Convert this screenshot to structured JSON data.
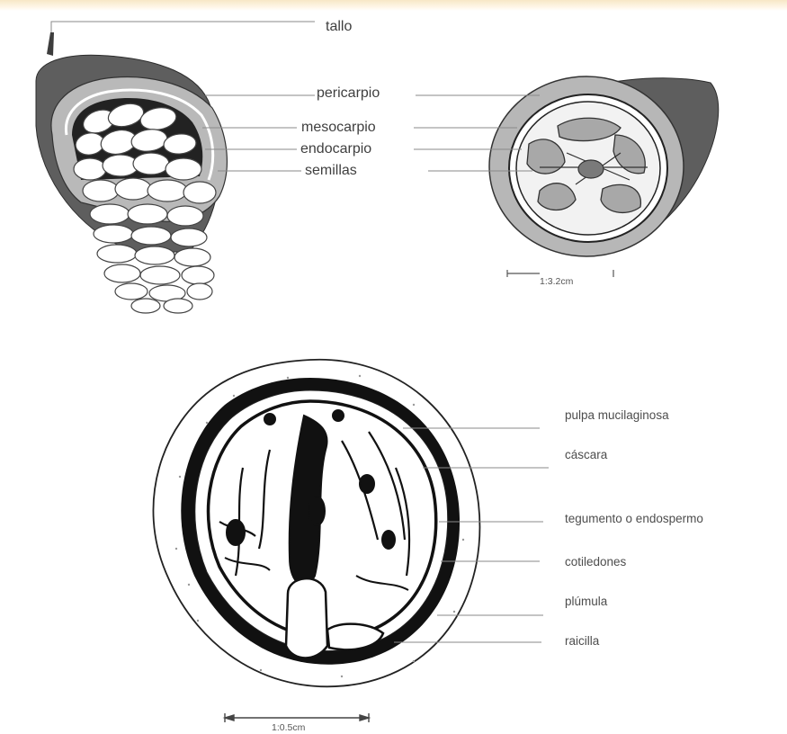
{
  "diagram": {
    "top_labels": {
      "tallo": "tallo",
      "pericarpio": "pericarpio",
      "mesocarpio": "mesocarpio",
      "endocarpio": "endocarpio",
      "semillas": "semillas"
    },
    "scale_top": "1:3.2cm",
    "seed_labels": [
      "pulpa mucilaginosa",
      "cáscara",
      "tegumento o endospermo",
      "cotiledones",
      "plúmula",
      "raicilla"
    ],
    "scale_bottom": "1:0.5cm"
  },
  "colors": {
    "husk_dark": "#5a5a5a",
    "husk_light": "#b4b4b4",
    "bean_fill": "#ffffff",
    "ink": "#111111"
  }
}
